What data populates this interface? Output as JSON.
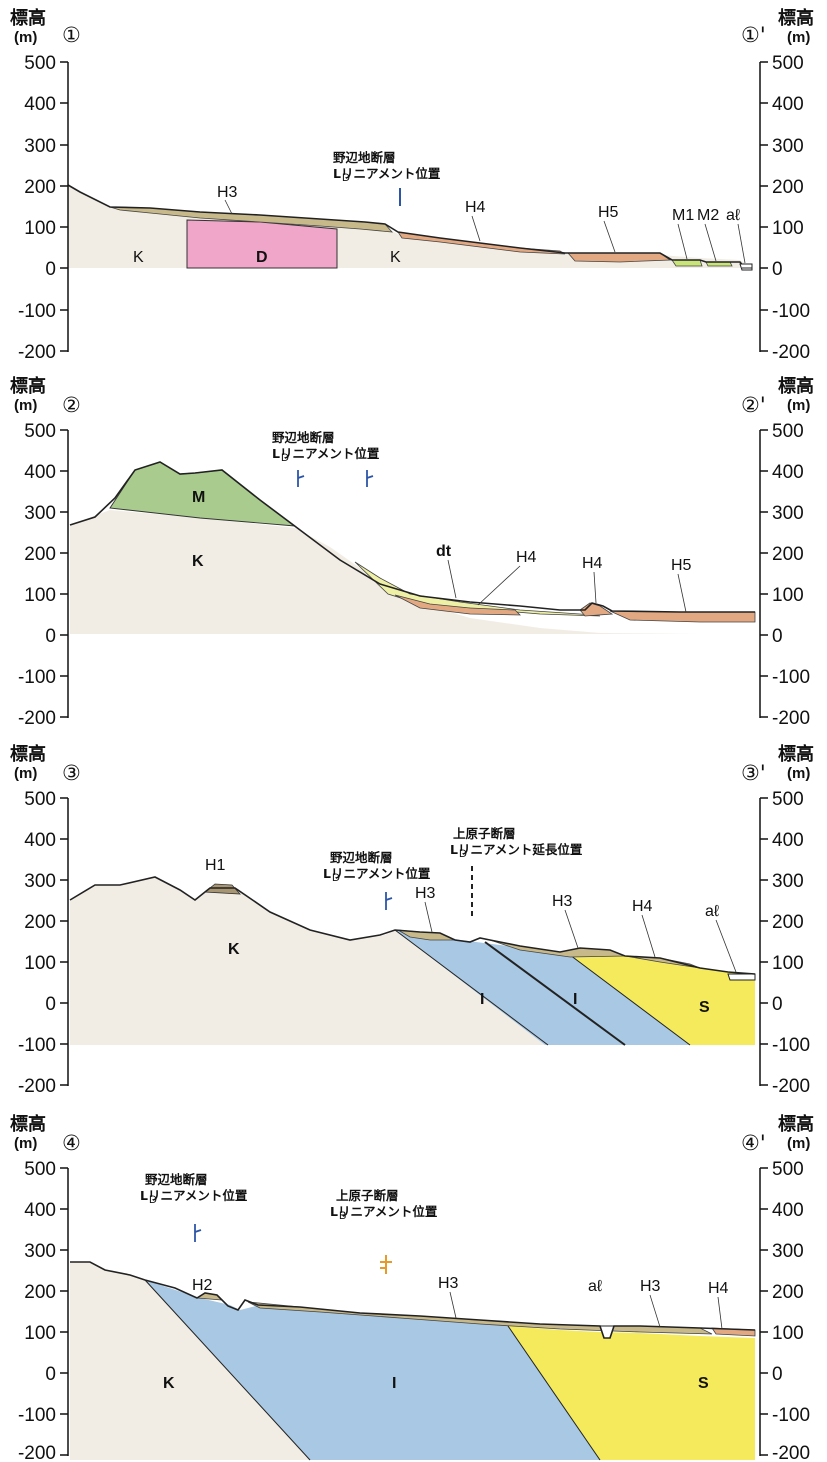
{
  "axis": {
    "height_label": "標高",
    "unit_label": "(m)",
    "ticks": [
      "500",
      "400",
      "300",
      "200",
      "100",
      "0",
      "-100",
      "-200"
    ]
  },
  "colors": {
    "K": "#f1ede4",
    "D": "#f0a6c8",
    "M": "#a9cc8e",
    "I": "#a8c8e3",
    "S": "#f4ea5c",
    "terrace_H": "#c8b98a",
    "terrace_H_dark": "#a89672",
    "terrace_H4": "#e2a882",
    "terrace_M": "#c9e57a",
    "dt": "#eef0a6",
    "lineament_blue": "#2c55a6",
    "lineament_orange": "#e69a2a"
  },
  "sections": [
    {
      "left_marker": "①",
      "right_marker": "①'",
      "notes": [
        {
          "lines": [
            "野辺地断層",
            "Lリニアメント位置"
          ],
          "sub": "D"
        }
      ],
      "units": [
        "K",
        "D",
        "K",
        "H3",
        "H4",
        "H5",
        "M1",
        "M2",
        "aℓ"
      ]
    },
    {
      "left_marker": "②",
      "right_marker": "②'",
      "notes": [
        {
          "lines": [
            "野辺地断層",
            "Lリニアメント位置"
          ],
          "sub": "D"
        }
      ],
      "units": [
        "M",
        "K",
        "dt",
        "H4",
        "H4",
        "H5"
      ]
    },
    {
      "left_marker": "③",
      "right_marker": "③'",
      "notes": [
        {
          "lines": [
            "野辺地断層",
            "Lリニアメント位置"
          ],
          "sub": "D"
        },
        {
          "lines": [
            "上原子断層",
            "Lリニアメント延長位置"
          ],
          "sub": "D"
        }
      ],
      "units": [
        "H1",
        "K",
        "H3",
        "H3",
        "H4",
        "aℓ",
        "I",
        "I",
        "S"
      ]
    },
    {
      "left_marker": "④",
      "right_marker": "④'",
      "notes": [
        {
          "lines": [
            "野辺地断層",
            "Lリニアメント位置"
          ],
          "sub": "D"
        },
        {
          "lines": [
            "上原子断層",
            "Lリニアメント位置"
          ],
          "sub": "B"
        }
      ],
      "units": [
        "H2",
        "K",
        "I",
        "S",
        "H3",
        "aℓ",
        "H3",
        "H4"
      ]
    }
  ]
}
